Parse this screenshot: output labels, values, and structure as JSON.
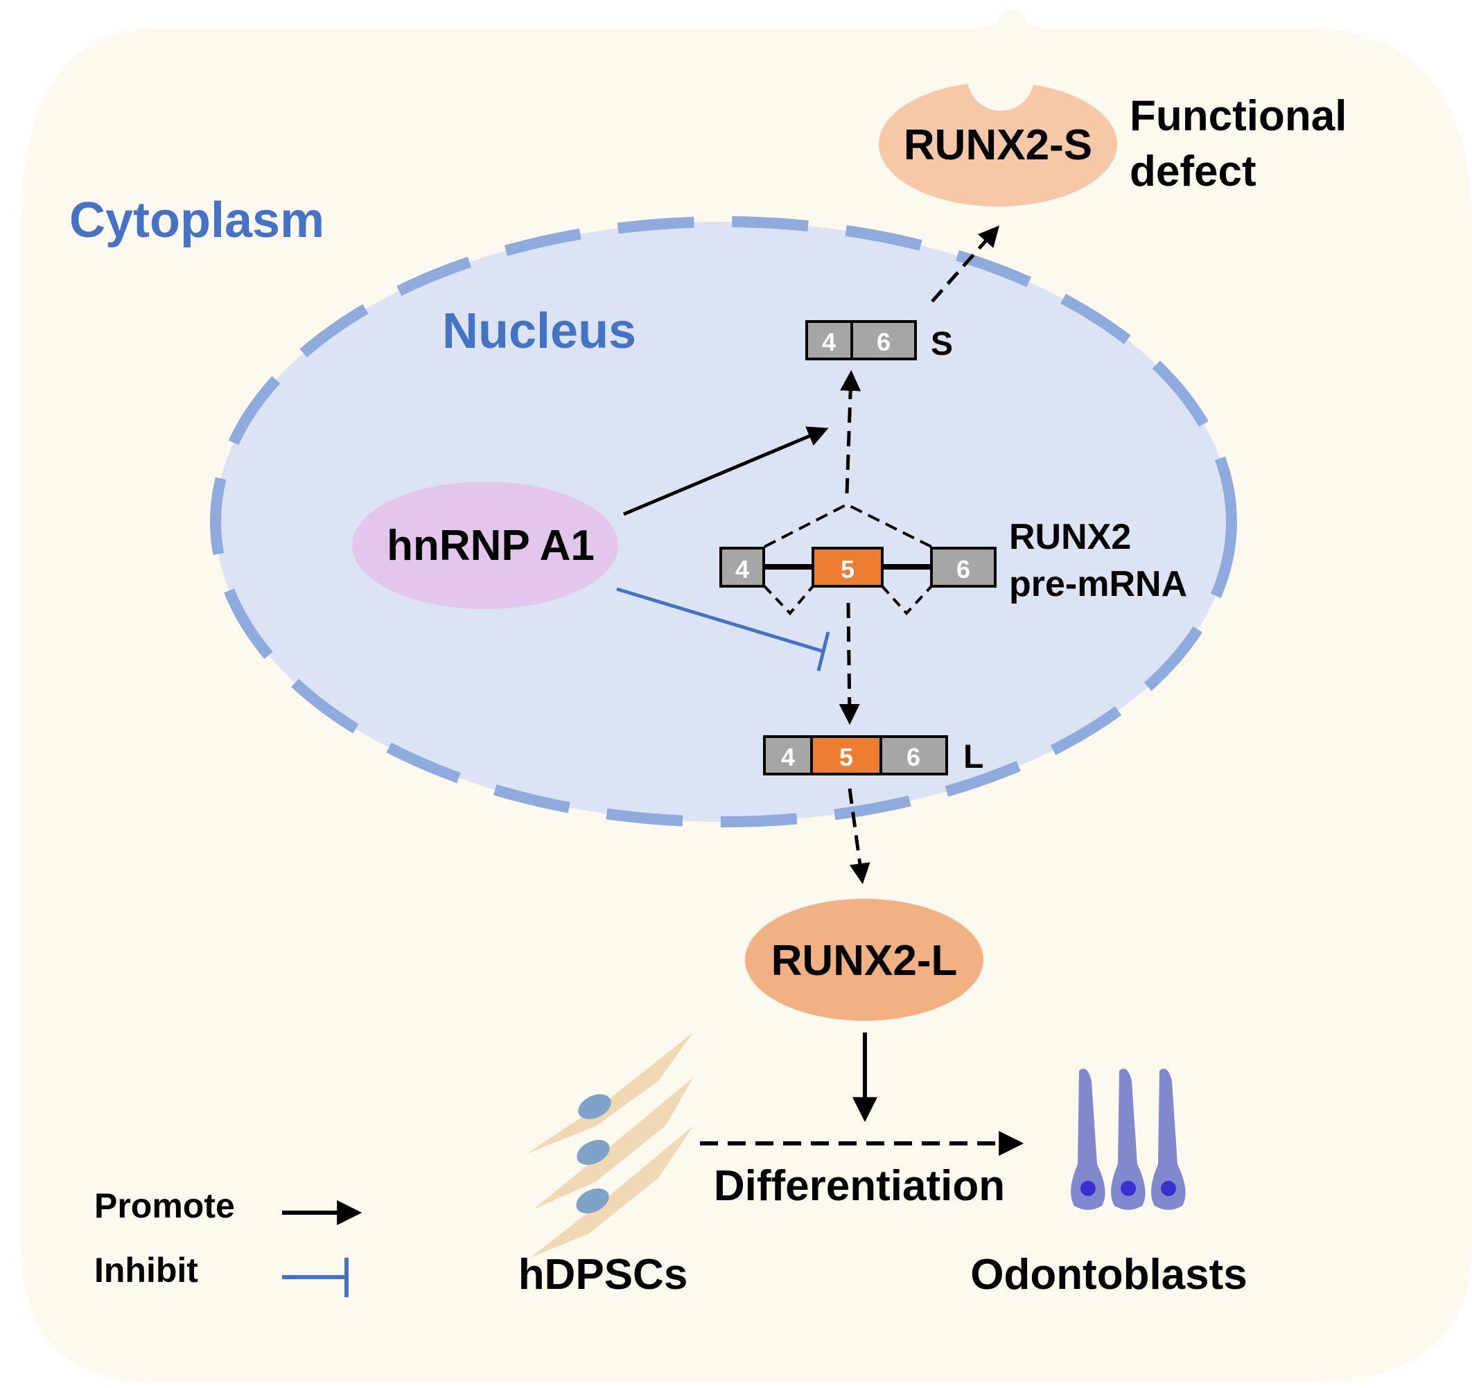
{
  "compartments": {
    "cytoplasm_label": "Cytoplasm",
    "nucleus_label": "Nucleus"
  },
  "proteins": {
    "hnrnp": "hnRNP A1",
    "runx2_s": "RUNX2-S",
    "runx2_l": "RUNX2-L"
  },
  "functional_defect": {
    "line1": "Functional",
    "line2": "defect"
  },
  "pre_mrna": {
    "label_line1": "RUNX2",
    "label_line2": "pre-mRNA",
    "exons": [
      "4",
      "5",
      "6"
    ]
  },
  "isoform_s": {
    "label": "S",
    "exons": [
      "4",
      "6"
    ]
  },
  "isoform_l": {
    "label": "L",
    "exons": [
      "4",
      "5",
      "6"
    ]
  },
  "cells": {
    "hdpscs": "hDPSCs",
    "odontoblasts": "Odontoblasts",
    "differentiation": "Differentiation"
  },
  "legend": {
    "promote": "Promote",
    "inhibit": "Inhibit"
  },
  "colors": {
    "cytoplasm_bg": "#fdf9ee",
    "nucleus_fill": "#dbe3f4",
    "nucleus_border": "#8faadc",
    "compartment_text": "#4472c4",
    "hnrnp_fill": "#e2c6ec",
    "runx2_s_fill": "#f6c8a8",
    "runx2_l_fill": "#f2b183",
    "exon_gray": "#a6a6a6",
    "exon_orange": "#ed7d31",
    "inhibit_blue": "#4472c4",
    "cell_fill": "#f0d8b4",
    "cell_nucleus": "#7fa2c8",
    "odontoblast_fill": "#7f89cc",
    "odontoblast_nucleus": "#3a2fd0"
  }
}
